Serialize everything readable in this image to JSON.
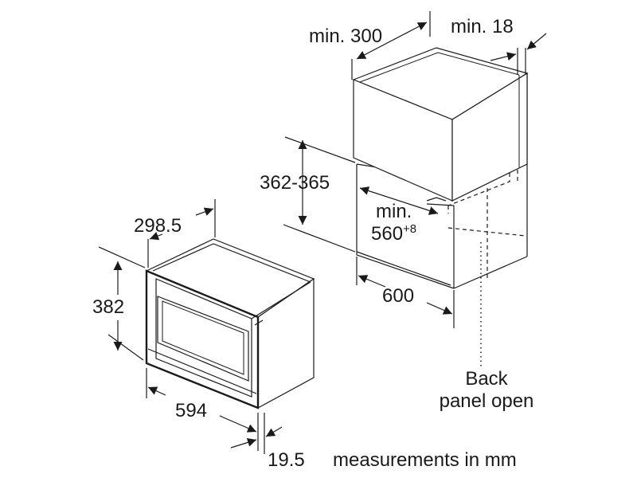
{
  "labels": {
    "min_300": "min. 300",
    "min_18": "min. 18",
    "dim_362_365": "362-365",
    "min_label": "min.",
    "min_560": "560",
    "min_560_sup": "+8",
    "dim_600": "600",
    "dim_298_5": "298.5",
    "dim_382": "382",
    "dim_594": "594",
    "dim_19_5": "19.5",
    "back_panel_line1": "Back",
    "back_panel_line2": "panel open",
    "measurements": "measurements in mm"
  }
}
